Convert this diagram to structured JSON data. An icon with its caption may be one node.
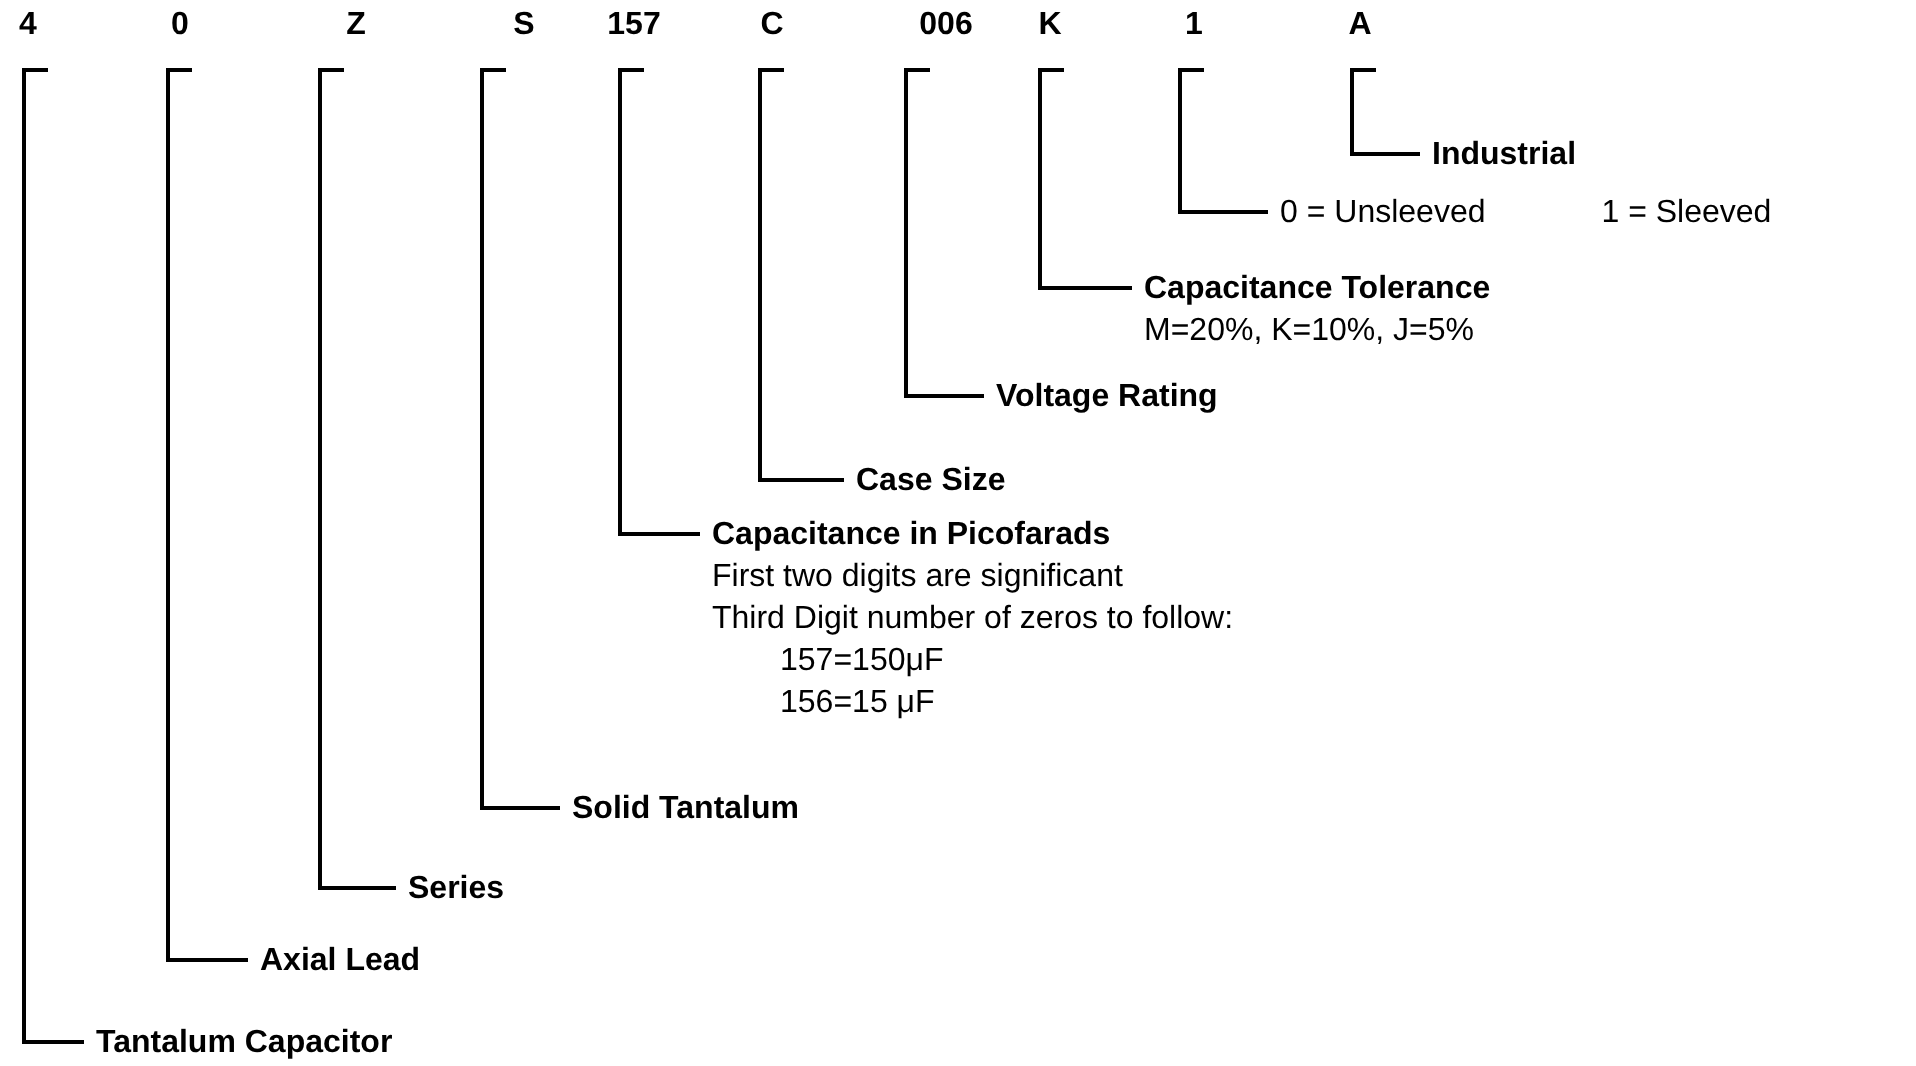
{
  "diagram": {
    "nodes": [
      {
        "text": [
          "4"
        ]
      },
      {
        "text": [
          "0"
        ]
      },
      {
        "text": [
          "Z"
        ]
      },
      {
        "text": [
          "S"
        ]
      },
      {
        "text": [
          "157"
        ]
      },
      {
        "text": [
          "C"
        ]
      },
      {
        "text": [
          "006"
        ]
      },
      {
        "text": [
          "K"
        ]
      },
      {
        "text": [
          "1"
        ]
      },
      {
        "text": [
          "A"
        ]
      },
      {
        "text": [
          "Industrial"
        ]
      },
      {
        "text": [
          "0 = Unsleeved",
          "1 = Sleeved"
        ]
      },
      {
        "text": [
          "Capacitance Tolerance",
          "M=20%, K=10%, J=5%"
        ]
      },
      {
        "text": [
          "Voltage Rating"
        ]
      },
      {
        "text": [
          "Case Size"
        ]
      },
      {
        "text": [
          "Capacitance in Picofarads",
          "First two digits are significant",
          "Third Digit number of zeros to follow:",
          "157=150μF",
          "156=15 μF"
        ]
      },
      {
        "text": [
          "Solid Tantalum"
        ]
      },
      {
        "text": [
          "Series"
        ]
      },
      {
        "text": [
          "Axial Lead"
        ]
      },
      {
        "text": [
          "Tantalum Capacitor"
        ]
      }
    ],
    "edges": [
      {
        "from": 0,
        "to": 19,
        "arrow": "none"
      },
      {
        "from": 1,
        "to": 18,
        "arrow": "none"
      },
      {
        "from": 2,
        "to": 17,
        "arrow": "none"
      },
      {
        "from": 3,
        "to": 16,
        "arrow": "none"
      },
      {
        "from": 4,
        "to": 15,
        "arrow": "none"
      },
      {
        "from": 5,
        "to": 14,
        "arrow": "none"
      },
      {
        "from": 6,
        "to": 13,
        "arrow": "none"
      },
      {
        "from": 7,
        "to": 12,
        "arrow": "none"
      },
      {
        "from": 8,
        "to": 11,
        "arrow": "none"
      },
      {
        "from": 9,
        "to": 10,
        "arrow": "none"
      }
    ]
  }
}
